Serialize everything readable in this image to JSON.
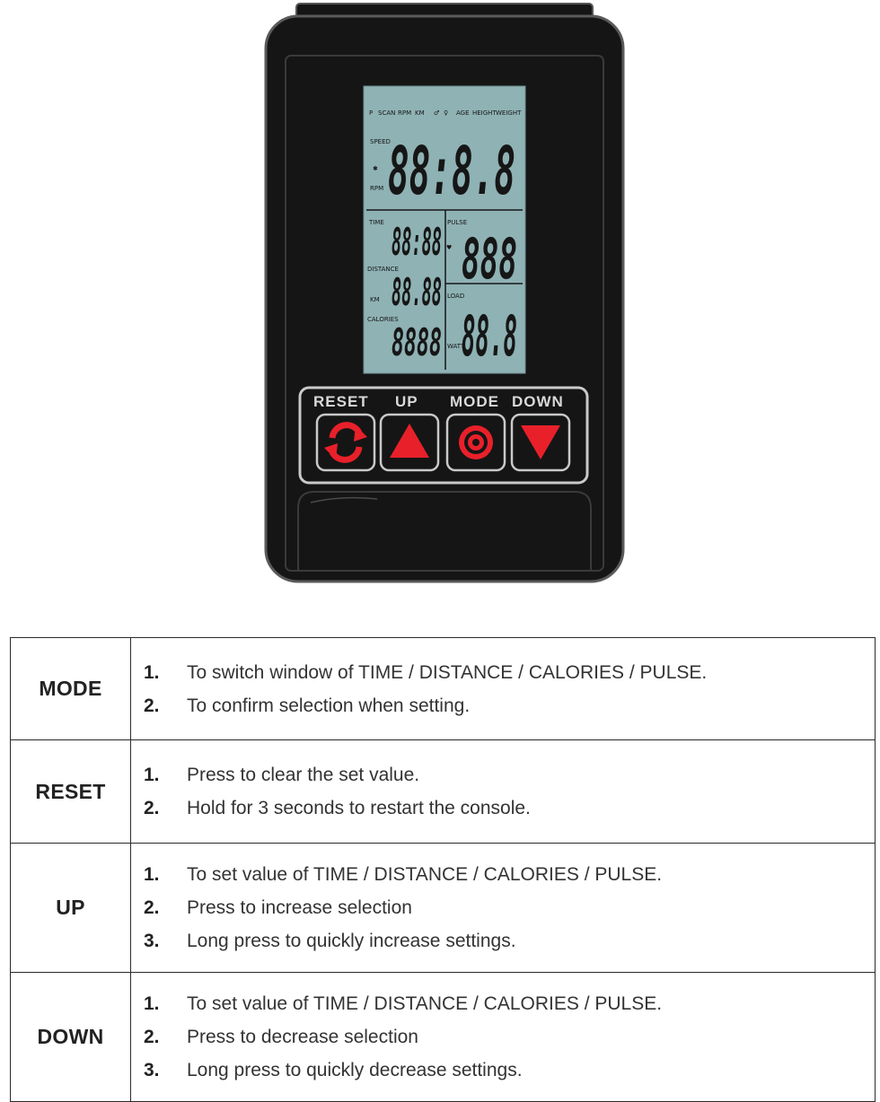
{
  "console": {
    "buttons": [
      {
        "label": "RESET",
        "icon": "reset-icon"
      },
      {
        "label": "UP",
        "icon": "up-arrow-icon"
      },
      {
        "label": "MODE",
        "icon": "mode-icon"
      },
      {
        "label": "DOWN",
        "icon": "down-arrow-icon"
      }
    ],
    "lcd": {
      "main_digits": "88:8.8",
      "top_labels": [
        "P",
        "SCAN",
        "RPM",
        "KM",
        "AGE",
        "HEIGHT",
        "WEIGHT"
      ],
      "side_labels": [
        "SPEED",
        "RPM"
      ],
      "time_label": "TIME",
      "time_value": "88:88",
      "distance_label": "DISTANCE",
      "distance_value": "88.88",
      "distance_unit": "KM",
      "calories_label": "CALORIES",
      "calories_value": "8888",
      "pulse_label": "PULSE",
      "pulse_value": "888",
      "watt_label": "LOAD",
      "watt_value": "88.8",
      "watt_unit": "WATT"
    },
    "colors": {
      "lcd_background": "#8fb2b4",
      "button_icon": "#e8202a",
      "body": "#151515"
    }
  },
  "table": {
    "rows": [
      {
        "key": "MODE",
        "items": [
          {
            "num": "1.",
            "text": "To switch window of TIME / DISTANCE / CALORIES / PULSE."
          },
          {
            "num": "2.",
            "text": "To confirm selection when setting."
          }
        ]
      },
      {
        "key": "RESET",
        "items": [
          {
            "num": "1.",
            "text": "Press to clear the set value."
          },
          {
            "num": "2.",
            "text": "Hold for 3 seconds to restart the console."
          }
        ]
      },
      {
        "key": "UP",
        "items": [
          {
            "num": "1.",
            "text": "To set value of TIME / DISTANCE / CALORIES / PULSE."
          },
          {
            "num": "2.",
            "text": "Press to increase selection"
          },
          {
            "num": "3.",
            "text": "Long press to quickly increase settings."
          }
        ]
      },
      {
        "key": "DOWN",
        "items": [
          {
            "num": "1.",
            "text": "To set value of TIME / DISTANCE / CALORIES / PULSE."
          },
          {
            "num": "2.",
            "text": "Press to decrease selection"
          },
          {
            "num": "3.",
            "text": "Long press to quickly decrease settings."
          }
        ]
      }
    ]
  }
}
